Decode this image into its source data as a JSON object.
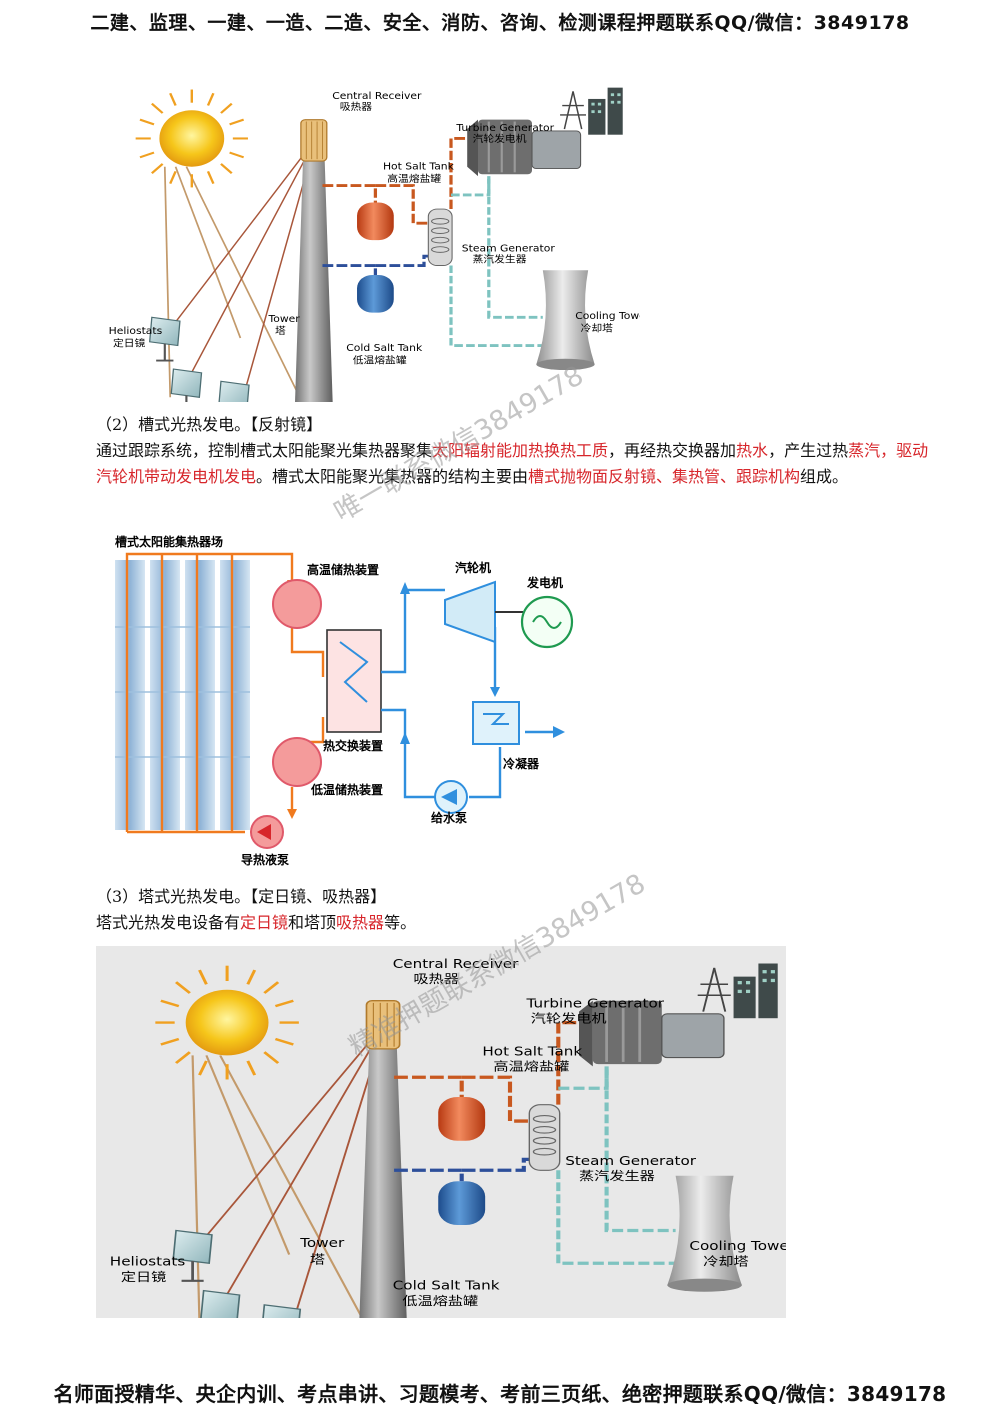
{
  "header_text": "二建、监理、一建、一造、二造、安全、消防、咨询、检测课程押题联系QQ/微信：3849178",
  "footer_text": "名师面授精华、央企内训、考点串讲、习题模考、考前三页纸、绝密押题联系QQ/微信：3849178",
  "tower_diagram": {
    "central_receiver": "Central Receiver",
    "central_receiver_cn": "吸热器",
    "hot_salt_tank": "Hot Salt Tank",
    "hot_salt_tank_cn": "高温熔盐罐",
    "turbine_generator": "Turbine Generator",
    "turbine_generator_cn": "汽轮发电机",
    "steam_generator": "Steam Generator",
    "steam_generator_cn": "蒸汽发生器",
    "cooling_tower": "Cooling Tower",
    "cooling_tower_cn": "冷却塔",
    "tower": "Tower",
    "tower_cn": "塔",
    "heliostats": "Heliostats",
    "heliostats_cn": "定日镜",
    "cold_salt_tank": "Cold Salt Tank",
    "cold_salt_tank_cn": "低温熔盐罐"
  },
  "section2": {
    "heading": "（2）槽式光热发电。【反射镜】",
    "p1": "通过跟踪系统，控制槽式太阳能聚光集热器聚集",
    "p2_red": "太阳辐射能加热换热工质",
    "p3": "，再经热交换器加",
    "p4_red": "热水",
    "p5": "，产生过热",
    "p6_red": "蒸汽，驱动汽轮机带动发电机发电",
    "p7": "。槽式太阳能聚光集热器的结构主要由",
    "p8_red": "槽式抛物面反射镜、集热管、跟踪机构",
    "p9": "组成。"
  },
  "trough_diagram": {
    "field": "槽式太阳能集热器场",
    "hot_storage": "高温储热装置",
    "turbine": "汽轮机",
    "generator": "发电机",
    "heat_exchanger": "热交换装置",
    "condenser": "冷凝器",
    "cold_storage": "低温储热装置",
    "feed_pump": "给水泵",
    "oil_pump": "导热液泵"
  },
  "section3": {
    "heading": "（3）塔式光热发电。【定日镜、吸热器】",
    "p1": "塔式光热发电设备有",
    "p2_red": "定日镜",
    "p3": "和塔顶",
    "p4_red": "吸热器",
    "p5": "等。"
  },
  "watermarks": {
    "w1": "唯一联系微信3849178",
    "w2": "精准押题联系微信3849178"
  },
  "colors": {
    "red_text": "#d7262b",
    "trough_orange": "#f07a1e",
    "trough_blue": "#2f8fde",
    "hot_pipe": "#c8581f",
    "cold_pipe": "#2d4f9a",
    "water_pipe": "#7ec3c0"
  }
}
